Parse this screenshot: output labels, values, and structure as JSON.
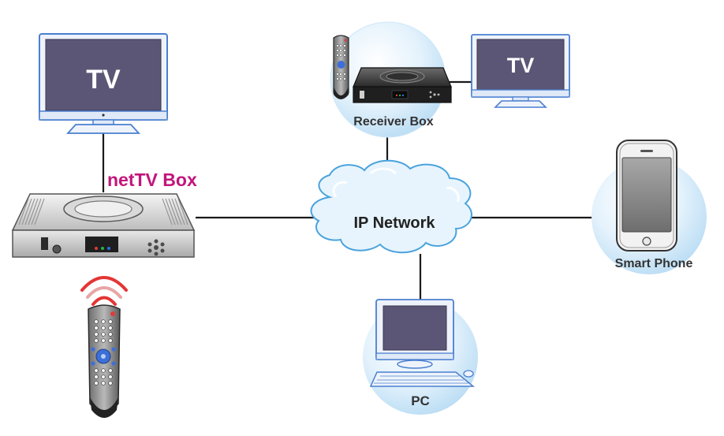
{
  "labels": {
    "tv_main": "TV",
    "tv_remote_side": "TV",
    "nettv_box": "netTV Box",
    "receiver_box": "Receiver Box",
    "ip_network": "IP Network",
    "smart_phone": "Smart Phone",
    "pc": "PC"
  },
  "colors": {
    "accent_label": "#c2157b",
    "device_outline": "#4a7fd0",
    "bubble_fill": "#cfe7f8",
    "tv_screen": "#5c5676",
    "line": "#1a1a1a"
  },
  "icons": {
    "tv_main": "television-icon",
    "tv_remote_side": "television-icon",
    "nettv_box": "set-top-box-icon",
    "receiver_box": "set-top-box-icon",
    "ip_network": "cloud-icon",
    "smart_phone": "smartphone-icon",
    "pc": "desktop-computer-icon",
    "remote_main": "remote-control-icon",
    "remote_receiver": "remote-control-icon"
  }
}
